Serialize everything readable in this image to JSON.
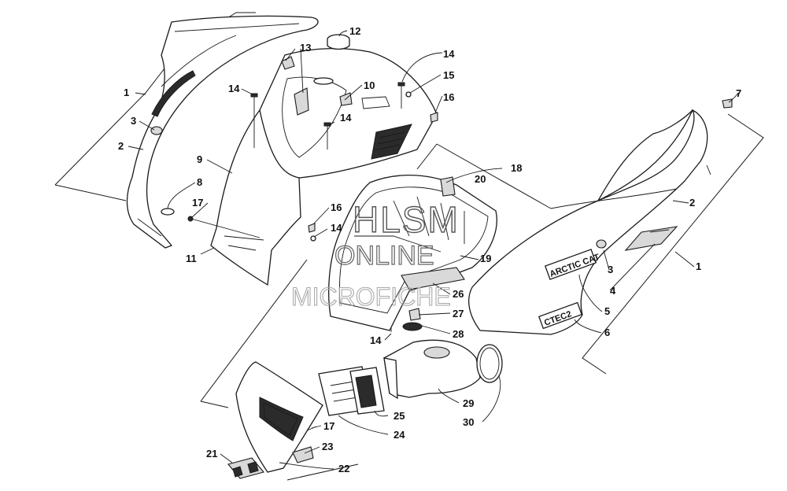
{
  "watermark": {
    "line1": "HLSM",
    "line2": "ONLINE",
    "line3": "MICROFICHE"
  },
  "decals": {
    "brand": "ARCTIC CAT",
    "model": "CTEC2"
  },
  "callouts": {
    "c1_left": "1",
    "c2_left": "2",
    "c3_left": "3",
    "c8": "8",
    "c9": "9",
    "c11": "11",
    "c12": "12",
    "c13": "13",
    "c14_a": "14",
    "c14_b": "14",
    "c14_c": "14",
    "c14_d": "14",
    "c14_e": "14",
    "c10": "10",
    "c15": "15",
    "c16_a": "16",
    "c16_b": "16",
    "c17_a": "17",
    "c17_b": "17",
    "c18": "18",
    "c19": "19",
    "c20": "20",
    "c26": "26",
    "c27": "27",
    "c28": "28",
    "c29": "29",
    "c30": "30",
    "c25": "25",
    "c24": "24",
    "c23": "23",
    "c22": "22",
    "c21": "21",
    "c7": "7",
    "c2_right": "2",
    "c1_right": "1",
    "c3_right": "3",
    "c4": "4",
    "c5": "5",
    "c6": "6"
  }
}
